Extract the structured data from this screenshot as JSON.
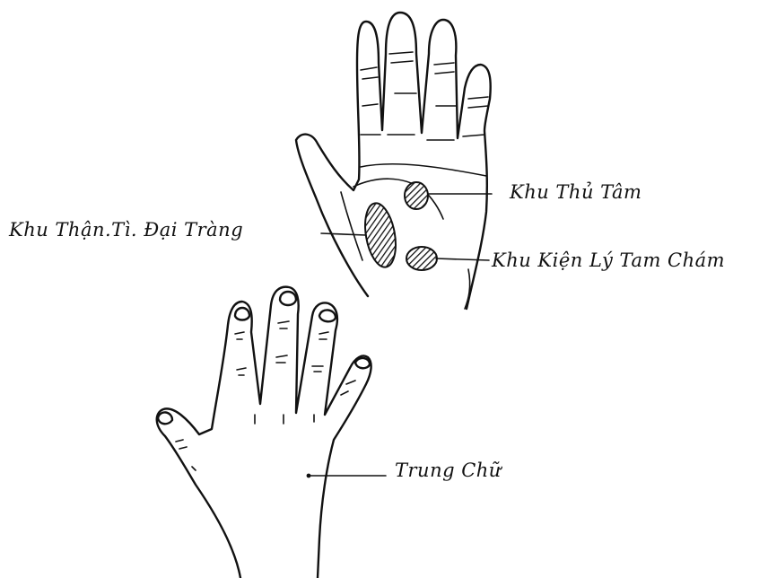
{
  "labels": {
    "thu_tam": "Khu Thủ Tâm",
    "than_ti_dai_trang": "Khu Thận.Tì. Đại Tràng",
    "kien_ly_tam_cham": "Khu Kiện Lý Tam Chám",
    "trung_chu": "Trung Chữ"
  },
  "colors": {
    "ink": "#111111",
    "background": "#ffffff"
  }
}
